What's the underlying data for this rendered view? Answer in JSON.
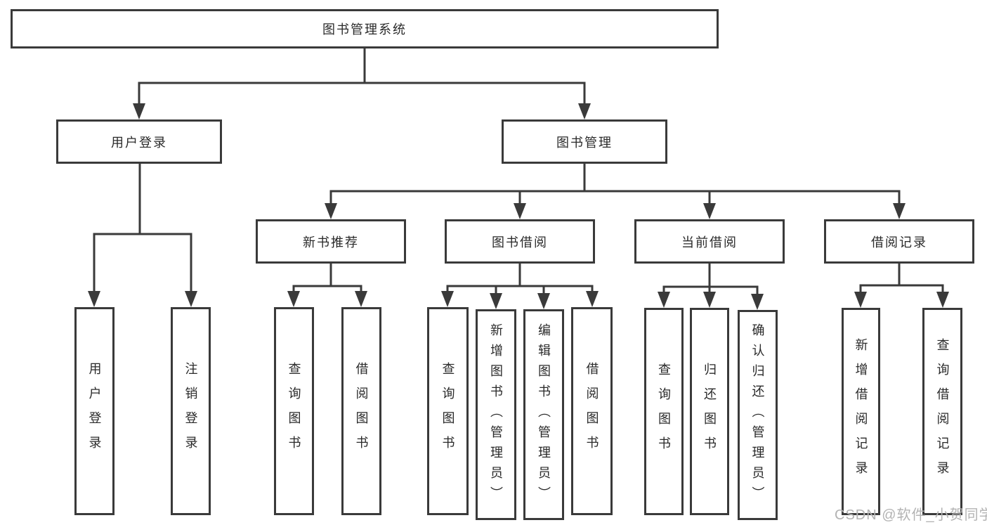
{
  "diagram": {
    "root": {
      "label": "图书管理系统"
    },
    "level2": [
      {
        "label": "用户登录",
        "parent": "图书管理系统"
      },
      {
        "label": "图书管理",
        "parent": "图书管理系统"
      }
    ],
    "level3": [
      {
        "label": "新书推荐",
        "parent": "图书管理"
      },
      {
        "label": "图书借阅",
        "parent": "图书管理"
      },
      {
        "label": "当前借阅",
        "parent": "图书管理"
      },
      {
        "label": "借阅记录",
        "parent": "图书管理"
      }
    ],
    "leaves": [
      {
        "label": "用户登录",
        "parent": "用户登录"
      },
      {
        "label": "注销登录",
        "parent": "用户登录"
      },
      {
        "label": "查询图书",
        "parent": "新书推荐"
      },
      {
        "label": "借阅图书",
        "parent": "新书推荐"
      },
      {
        "label": "查询图书",
        "parent": "图书借阅"
      },
      {
        "label": "新增图书（管理员）",
        "parent": "图书借阅"
      },
      {
        "label": "编辑图书（管理员）",
        "parent": "图书借阅"
      },
      {
        "label": "借阅图书",
        "parent": "图书借阅"
      },
      {
        "label": "查询图书",
        "parent": "当前借阅"
      },
      {
        "label": "归还图书",
        "parent": "当前借阅"
      },
      {
        "label": "确认归还（管理员）",
        "parent": "当前借阅"
      },
      {
        "label": "新增借阅记录",
        "parent": "借阅记录"
      },
      {
        "label": "查询借阅记录",
        "parent": "借阅记录"
      }
    ]
  },
  "watermark": {
    "text": "CSDN @软件_小贺同学"
  },
  "colors": {
    "line": "#3a3a3a",
    "text": "#2a2a2a",
    "node_fill": "#ffffff",
    "background": "#ffffff",
    "watermark": "#b3b3b3"
  }
}
